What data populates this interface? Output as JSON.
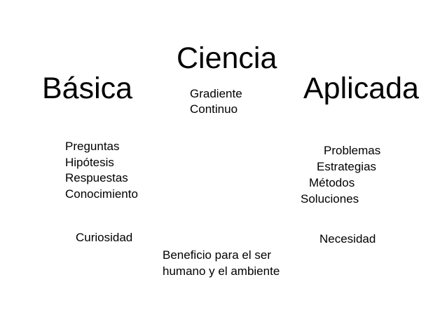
{
  "title": "Ciencia",
  "left": {
    "heading": "Básica",
    "items": [
      "Preguntas",
      "Hipótesis",
      "Respuestas",
      "Conocimiento"
    ],
    "motive": "Curiosidad"
  },
  "right": {
    "heading": "Aplicada",
    "items": [
      "Problemas",
      "Estrategias",
      "Métodos",
      "Soluciones"
    ],
    "motive": "Necesidad"
  },
  "center": {
    "gradient_lines": [
      "Gradiente",
      "Continuo"
    ],
    "benefit_lines": [
      "Beneficio para el ser",
      "humano y el ambiente"
    ]
  }
}
